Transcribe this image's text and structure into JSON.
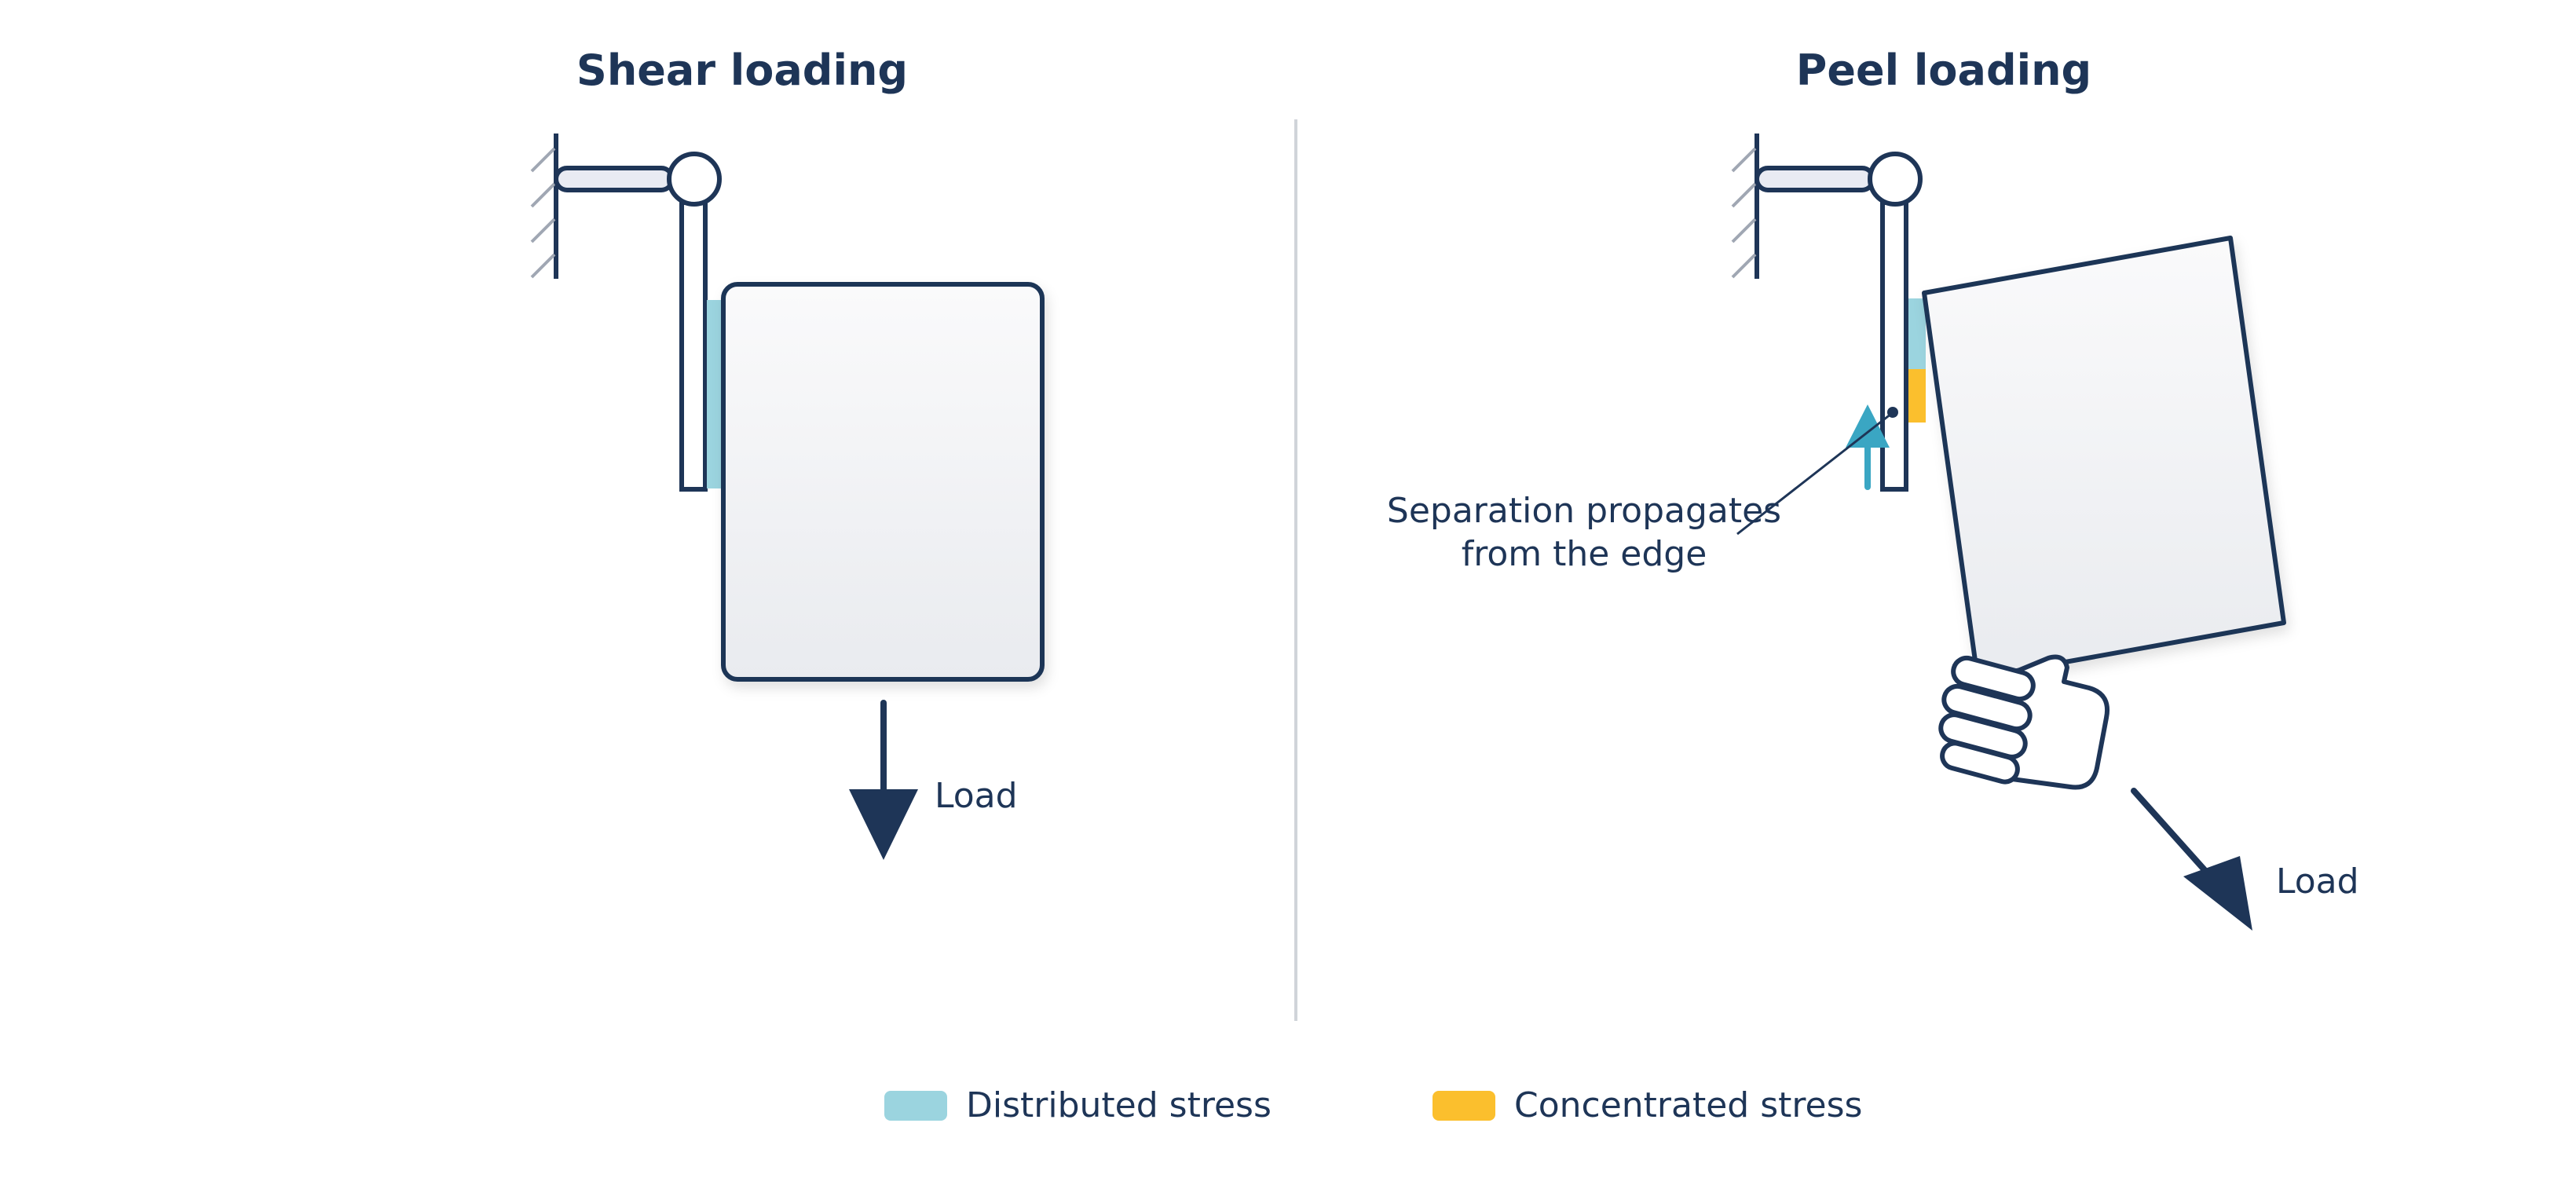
{
  "panels": {
    "shear": {
      "title": "Shear loading",
      "load_label": "Load"
    },
    "peel": {
      "title": "Peel loading",
      "load_label": "Load",
      "annotation": [
        "Separation propagates",
        "from the edge"
      ]
    }
  },
  "legend": [
    {
      "label": "Distributed stress",
      "color": "#9bd4df"
    },
    {
      "label": "Concentrated stress",
      "color": "#fbbf2d"
    }
  ],
  "colors": {
    "ink": "#1e3557",
    "hatch": "#a0a7b3",
    "divider": "#d0d4d9",
    "arrow_teal": "#3aa6c3",
    "panel_fill_top": "#fafafb",
    "panel_fill_bottom": "#e9ebef"
  },
  "icons": {
    "hand": "hand-icon",
    "pivot": "pivot-joint-icon",
    "wall": "wall-mount-icon"
  }
}
